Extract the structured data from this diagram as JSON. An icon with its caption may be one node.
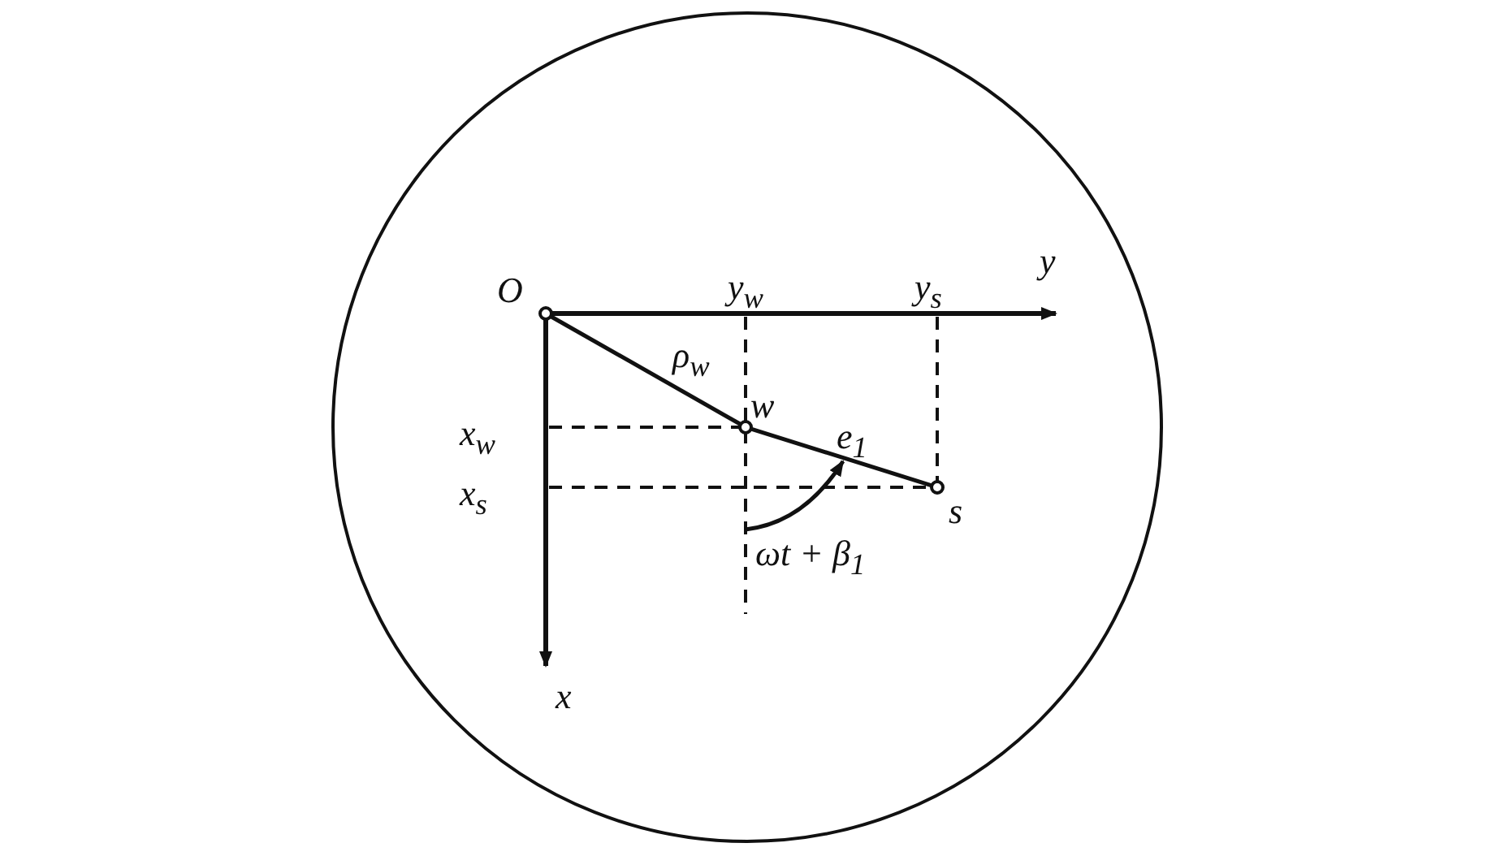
{
  "diagram": {
    "nodes": [
      {
        "text": [
          "O"
        ]
      },
      {
        "text": [
          "w"
        ]
      },
      {
        "text": [
          "s"
        ]
      }
    ],
    "edges": [
      {
        "from": 0,
        "to": 1,
        "arrow": "none",
        "label": "ρ$_{w}$"
      },
      {
        "from": 1,
        "to": 2,
        "arrow": "none",
        "label": "e$_{1}$"
      }
    ],
    "labels": [
      "y$_{w}$",
      "y$_{s}$",
      "y",
      "x$_{w}$",
      "x$_{s}$",
      "ωt + β$_{1}$",
      "x"
    ]
  }
}
